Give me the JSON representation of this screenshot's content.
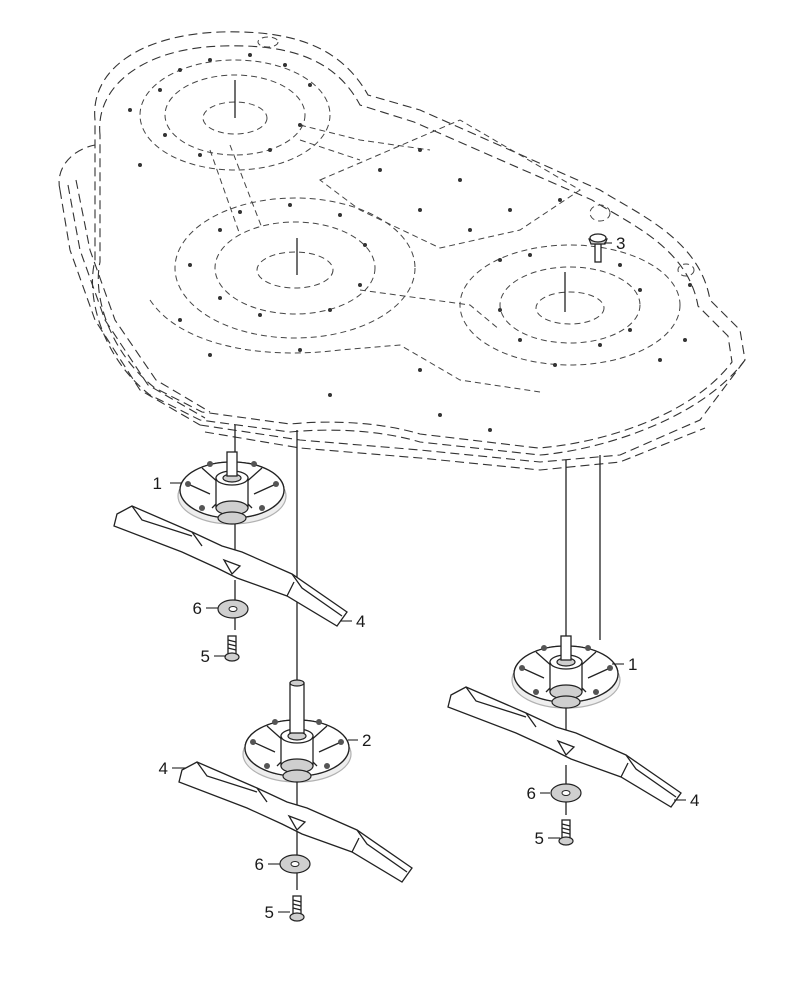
{
  "callouts": {
    "c1a": "1",
    "c1b": "1",
    "c2": "2",
    "c3": "3",
    "c4a": "4",
    "c4b": "4",
    "c4c": "4",
    "c5a": "5",
    "c5b": "5",
    "c5c": "5",
    "c6a": "6",
    "c6b": "6",
    "c6c": "6"
  }
}
